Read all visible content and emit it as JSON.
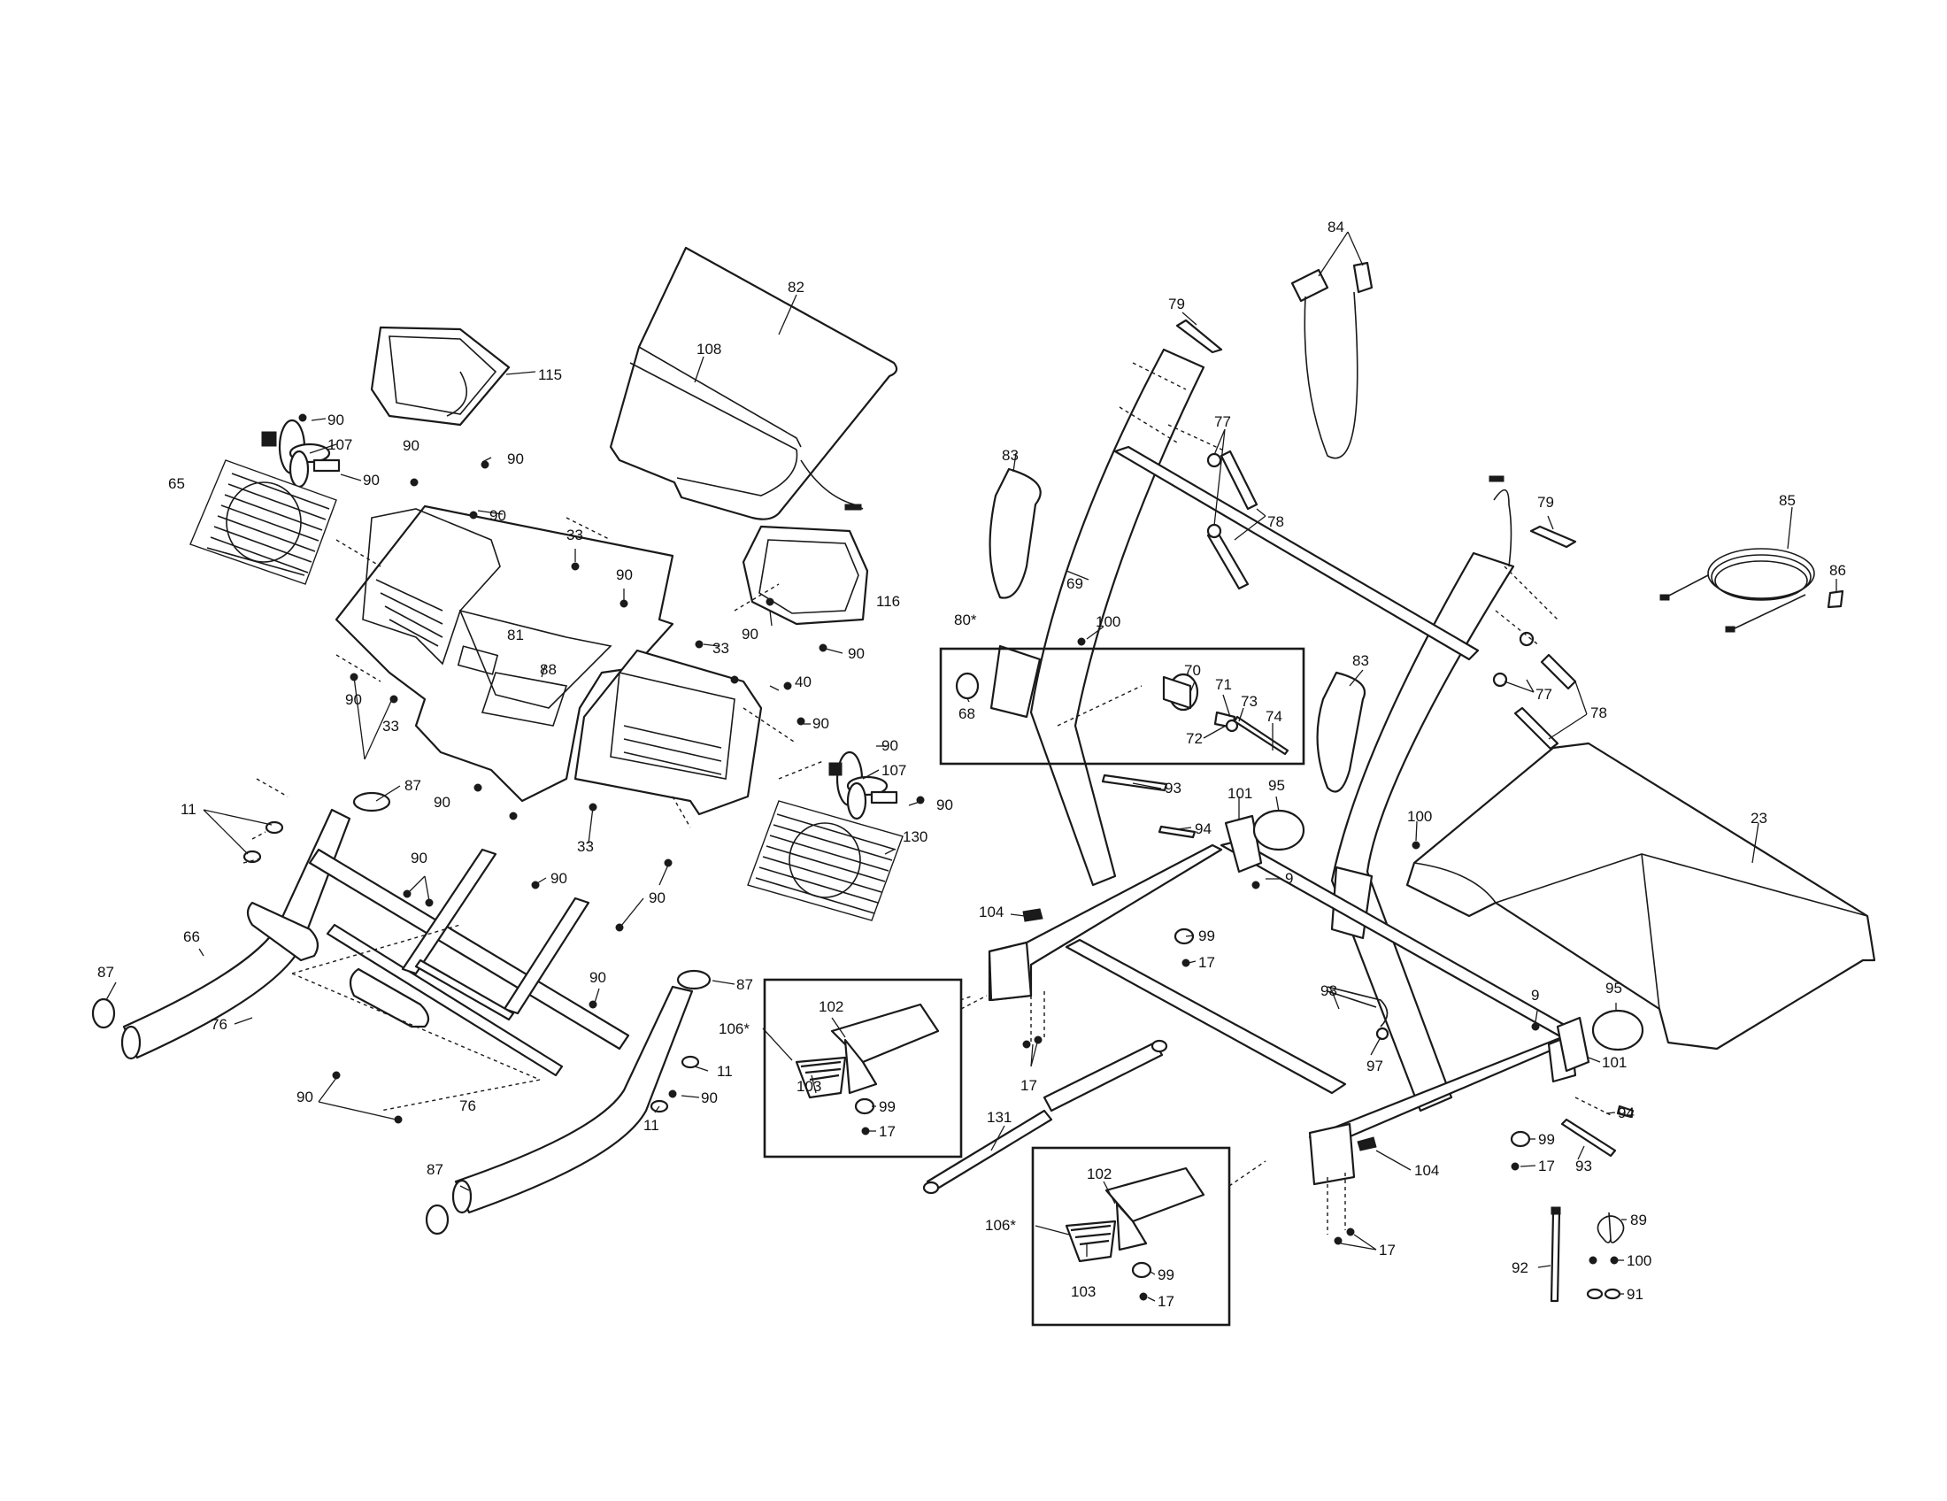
{
  "callouts": [
    {
      "id": "l82",
      "text": "82"
    },
    {
      "id": "l108",
      "text": "108"
    },
    {
      "id": "l115",
      "text": "115"
    },
    {
      "id": "l90a",
      "text": "90"
    },
    {
      "id": "l107a",
      "text": "107"
    },
    {
      "id": "l90b",
      "text": "90"
    },
    {
      "id": "l90c",
      "text": "90"
    },
    {
      "id": "l90d",
      "text": "90"
    },
    {
      "id": "l65",
      "text": "65"
    },
    {
      "id": "l90e",
      "text": "90"
    },
    {
      "id": "l33a",
      "text": "33"
    },
    {
      "id": "l90f",
      "text": "90"
    },
    {
      "id": "l116",
      "text": "116"
    },
    {
      "id": "l90g",
      "text": "90"
    },
    {
      "id": "l33b",
      "text": "33"
    },
    {
      "id": "l90h",
      "text": "90"
    },
    {
      "id": "l81",
      "text": "81"
    },
    {
      "id": "l88",
      "text": "88"
    },
    {
      "id": "l90i",
      "text": "90"
    },
    {
      "id": "l33c",
      "text": "33"
    },
    {
      "id": "l40",
      "text": "40"
    },
    {
      "id": "l90j",
      "text": "90"
    },
    {
      "id": "l90k",
      "text": "90"
    },
    {
      "id": "l107b",
      "text": "107"
    },
    {
      "id": "l90l",
      "text": "90"
    },
    {
      "id": "l87a",
      "text": "87"
    },
    {
      "id": "l11a",
      "text": "11"
    },
    {
      "id": "l90m",
      "text": "90"
    },
    {
      "id": "l33d",
      "text": "33"
    },
    {
      "id": "l130",
      "text": "130"
    },
    {
      "id": "l90n",
      "text": "90"
    },
    {
      "id": "l90o",
      "text": "90"
    },
    {
      "id": "l90p",
      "text": "90"
    },
    {
      "id": "l66",
      "text": "66"
    },
    {
      "id": "l87b",
      "text": "87"
    },
    {
      "id": "l76a",
      "text": "76"
    },
    {
      "id": "l90q",
      "text": "90"
    },
    {
      "id": "l87c",
      "text": "87"
    },
    {
      "id": "l11b",
      "text": "11"
    },
    {
      "id": "l90r",
      "text": "90"
    },
    {
      "id": "l90s",
      "text": "90"
    },
    {
      "id": "l76b",
      "text": "76"
    },
    {
      "id": "l11c",
      "text": "11"
    },
    {
      "id": "l87d",
      "text": "87"
    },
    {
      "id": "l84",
      "text": "84"
    },
    {
      "id": "l79a",
      "text": "79"
    },
    {
      "id": "l77a",
      "text": "77"
    },
    {
      "id": "l78a",
      "text": "78"
    },
    {
      "id": "l83a",
      "text": "83"
    },
    {
      "id": "l69",
      "text": "69"
    },
    {
      "id": "l79b",
      "text": "79"
    },
    {
      "id": "l85",
      "text": "85"
    },
    {
      "id": "l86",
      "text": "86"
    },
    {
      "id": "l80",
      "text": "80*"
    },
    {
      "id": "l100a",
      "text": "100"
    },
    {
      "id": "l70",
      "text": "70"
    },
    {
      "id": "l71",
      "text": "71"
    },
    {
      "id": "l73",
      "text": "73"
    },
    {
      "id": "l74",
      "text": "74"
    },
    {
      "id": "l72",
      "text": "72"
    },
    {
      "id": "l68",
      "text": "68"
    },
    {
      "id": "l83b",
      "text": "83"
    },
    {
      "id": "l77b",
      "text": "77"
    },
    {
      "id": "l78b",
      "text": "78"
    },
    {
      "id": "l93a",
      "text": "93"
    },
    {
      "id": "l101a",
      "text": "101"
    },
    {
      "id": "l95a",
      "text": "95"
    },
    {
      "id": "l94a",
      "text": "94"
    },
    {
      "id": "l100b",
      "text": "100"
    },
    {
      "id": "l23",
      "text": "23"
    },
    {
      "id": "l9a",
      "text": "9"
    },
    {
      "id": "l104a",
      "text": "104"
    },
    {
      "id": "l99a",
      "text": "99"
    },
    {
      "id": "l17a",
      "text": "17"
    },
    {
      "id": "l106a",
      "text": "106*"
    },
    {
      "id": "l102a",
      "text": "102"
    },
    {
      "id": "l103a",
      "text": "103"
    },
    {
      "id": "l99b",
      "text": "99"
    },
    {
      "id": "l17b",
      "text": "17"
    },
    {
      "id": "l17c",
      "text": "17"
    },
    {
      "id": "l98",
      "text": "98"
    },
    {
      "id": "l97",
      "text": "97"
    },
    {
      "id": "l9b",
      "text": "9"
    },
    {
      "id": "l95b",
      "text": "95"
    },
    {
      "id": "l101b",
      "text": "101"
    },
    {
      "id": "l94b",
      "text": "94"
    },
    {
      "id": "l131",
      "text": "131"
    },
    {
      "id": "l99c",
      "text": "99"
    },
    {
      "id": "l17d",
      "text": "17"
    },
    {
      "id": "l93b",
      "text": "93"
    },
    {
      "id": "l104b",
      "text": "104"
    },
    {
      "id": "l106b",
      "text": "106*"
    },
    {
      "id": "l102b",
      "text": "102"
    },
    {
      "id": "l103b",
      "text": "103"
    },
    {
      "id": "l99d",
      "text": "99"
    },
    {
      "id": "l17e",
      "text": "17"
    },
    {
      "id": "l17f",
      "text": "17"
    },
    {
      "id": "l89",
      "text": "89"
    },
    {
      "id": "l92",
      "text": "92"
    },
    {
      "id": "l100c",
      "text": "100"
    },
    {
      "id": "l91",
      "text": "91"
    }
  ]
}
